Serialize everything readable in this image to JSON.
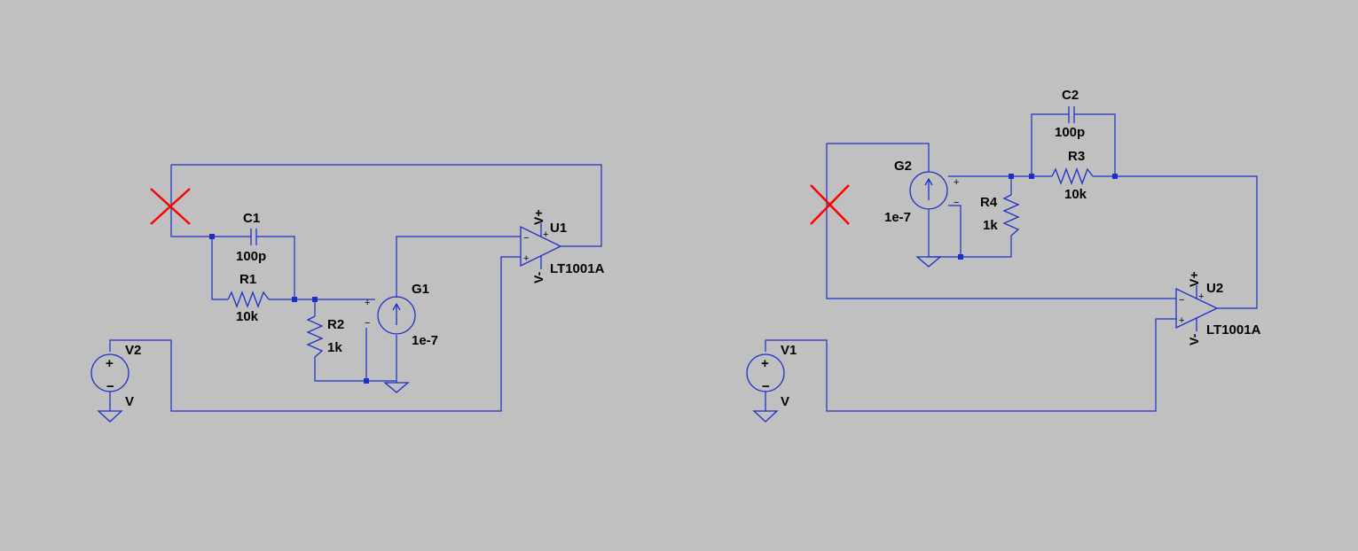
{
  "colors": {
    "background": "#c0c0c0",
    "wire": "#1c2fc8",
    "mark": "#ff0000",
    "text": "#000000"
  },
  "left_circuit": {
    "c1": {
      "ref": "C1",
      "value": "100p"
    },
    "r1": {
      "ref": "R1",
      "value": "10k"
    },
    "r2": {
      "ref": "R2",
      "value": "1k"
    },
    "g1": {
      "ref": "G1",
      "value": "1e-7",
      "plus": "+",
      "minus": "−"
    },
    "u1": {
      "ref": "U1",
      "model": "LT1001A",
      "vplus": "V+",
      "vminus": "V-",
      "inminus": "−",
      "inplus": "+"
    },
    "v2": {
      "ref": "V2",
      "value": "V",
      "plus": "+",
      "minus": "−"
    }
  },
  "right_circuit": {
    "c2": {
      "ref": "C2",
      "value": "100p"
    },
    "r3": {
      "ref": "R3",
      "value": "10k"
    },
    "r4": {
      "ref": "R4",
      "value": "1k"
    },
    "g2": {
      "ref": "G2",
      "value": "1e-7",
      "plus": "+",
      "minus": "−"
    },
    "u2": {
      "ref": "U2",
      "model": "LT1001A",
      "vplus": "V+",
      "vminus": "V-",
      "inminus": "−",
      "inplus": "+"
    },
    "v1": {
      "ref": "V1",
      "value": "V",
      "plus": "+",
      "minus": "−"
    }
  }
}
